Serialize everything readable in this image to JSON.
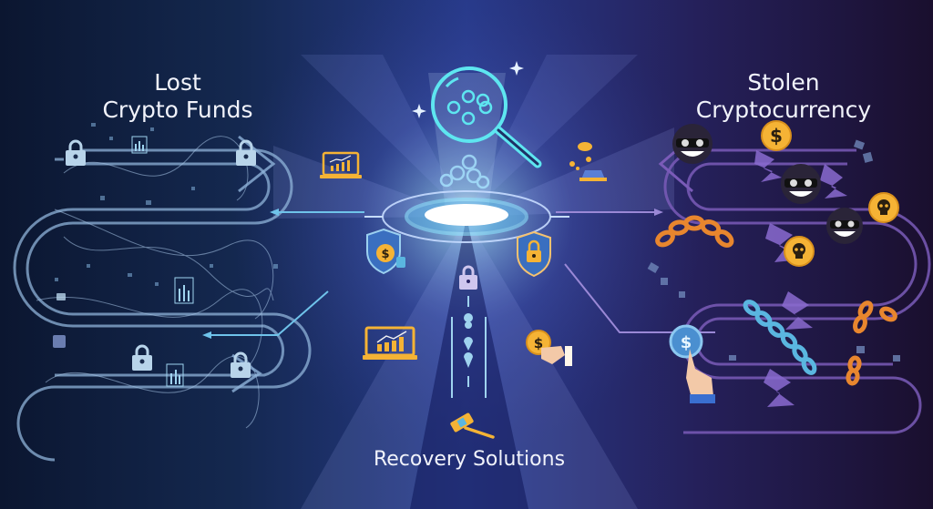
{
  "titles": {
    "left": "Lost\nCrypto Funds",
    "left_line1": "Lost",
    "left_line2": "Crypto Funds",
    "right_line1": "Stolen",
    "right_line2": "Cryptocurrency",
    "bottom": "Recovery Solutions"
  },
  "colors": {
    "left_bg": "#0b1630",
    "center_bg": "#273a8a",
    "right_bg": "#1a0f2e",
    "cyan_accent": "#5ee6f0",
    "gold_accent": "#f5b335",
    "orange_chain": "#e8862e",
    "blue_chain": "#5ab6e0",
    "purple_path": "#7a5bb8",
    "lock_color": "#b8d4ea"
  },
  "icons": {
    "center": [
      "magnifier-network-icon",
      "glowing-portal-icon"
    ],
    "left_panel": [
      "padlock-icon",
      "data-chart-icon"
    ],
    "right_panel": [
      "masked-thief-icon",
      "dollar-coin-icon",
      "skull-coin-icon",
      "broken-chain-icon",
      "hand-tap-coin-icon"
    ],
    "center_surround": [
      "laptop-chart-icon",
      "coins-stack-icon",
      "shield-dollar-icon",
      "shield-lock-icon",
      "padlock-icon",
      "location-pin-icon",
      "gavel-icon",
      "hand-coin-icon"
    ]
  }
}
